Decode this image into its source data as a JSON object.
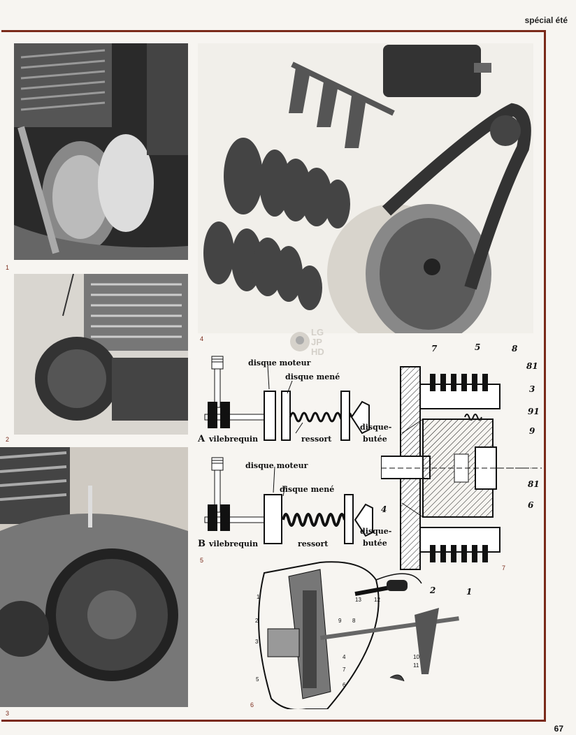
{
  "header": {
    "label": "spécial été"
  },
  "page": {
    "number": "67"
  },
  "figures": {
    "fig1": {
      "number": "1"
    },
    "fig2": {
      "number": "2"
    },
    "fig3": {
      "number": "3"
    },
    "fig4": {
      "number": "4"
    },
    "fig5": {
      "number": "5",
      "A": {
        "letter": "A",
        "disque_moteur": "disque moteur",
        "disque_mene": "disque mené",
        "vilebrequin": "vilebrequin",
        "ressort": "ressort",
        "disque_butee_1": "disque-",
        "disque_butee_2": "butée"
      },
      "B": {
        "letter": "B",
        "disque_moteur": "disque moteur",
        "disque_mene": "disque mené",
        "vilebrequin": "vilebrequin",
        "ressort": "ressort",
        "disque_butee_1": "disque-",
        "disque_butee_2": "butée"
      }
    },
    "fig6": {
      "number": "6",
      "callouts": [
        "1",
        "2",
        "3",
        "4",
        "5",
        "6",
        "7",
        "8",
        "9",
        "10",
        "11",
        "12",
        "13"
      ]
    },
    "fig7": {
      "number": "7",
      "callouts": [
        "7",
        "5",
        "8",
        "81",
        "3",
        "91",
        "9",
        "4",
        "81",
        "6",
        "2",
        "1"
      ]
    }
  },
  "watermark": {
    "l1": "LG",
    "l2": "JP",
    "l3": "HD"
  },
  "colors": {
    "frame": "#7a2a1a",
    "paper": "#f7f5f1"
  }
}
